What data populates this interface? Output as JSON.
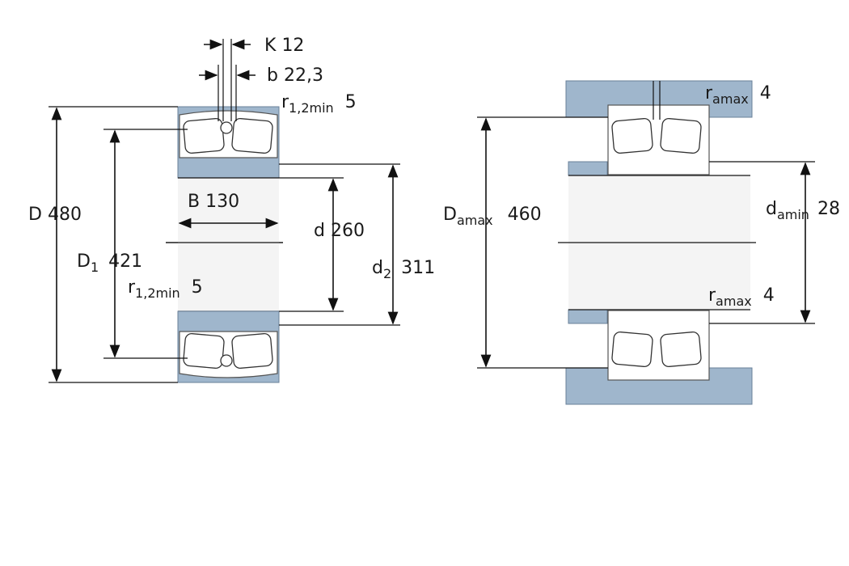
{
  "left": {
    "K": {
      "sym": "K",
      "val": "12"
    },
    "b": {
      "sym": "b",
      "val": "22,3"
    },
    "r_top": {
      "sym": "r",
      "sub": "1,2min",
      "val": "5"
    },
    "r_mid": {
      "sym": "r",
      "sub": "1,2min",
      "val": "5"
    },
    "D": {
      "sym": "D",
      "val": "480"
    },
    "D1": {
      "sym": "D",
      "sub": "1",
      "val": "421"
    },
    "B": {
      "sym": "B",
      "val": "130"
    },
    "d": {
      "sym": "d",
      "val": "260"
    },
    "d2": {
      "sym": "d",
      "sub": "2",
      "val": "311"
    }
  },
  "right": {
    "ra_top": {
      "sym": "r",
      "sub": "amax",
      "val": "4"
    },
    "Da": {
      "sym": "D",
      "sub": "amax",
      "val": "460"
    },
    "da": {
      "sym": "d",
      "sub": "amin",
      "val": "28"
    },
    "ra_bot": {
      "sym": "r",
      "sub": "amax",
      "val": "4"
    }
  },
  "colors": {
    "housing": "#9fb6cc",
    "line": "#111111"
  }
}
